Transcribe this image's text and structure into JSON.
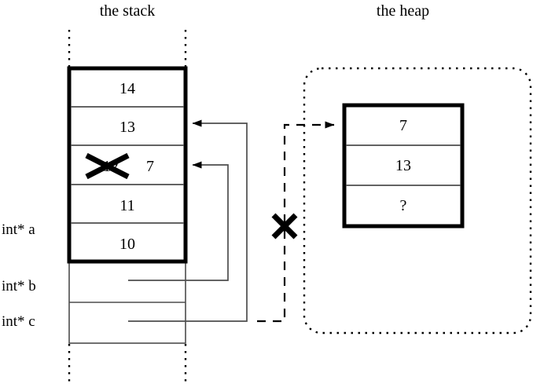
{
  "diagram": {
    "title_stack": "the stack",
    "title_heap": "the heap"
  },
  "stack": {
    "frame_cells": [
      {
        "value": "14"
      },
      {
        "value": "13"
      },
      {
        "value": "12",
        "struck": true,
        "replacement": "7"
      },
      {
        "value": "11"
      },
      {
        "value": "10"
      }
    ],
    "pointer_rows": [
      {
        "label": "int* a"
      },
      {
        "label": "int* b"
      },
      {
        "label": "int* c"
      }
    ]
  },
  "heap": {
    "cells": [
      {
        "value": "7"
      },
      {
        "value": "13"
      },
      {
        "value": "?"
      }
    ]
  },
  "annotations": {
    "strike_mark": "x-strike-icon",
    "broken_link_mark": "x-broken-pointer-icon"
  },
  "colors": {
    "ink": "#000000",
    "thin_line": "#4d4d4d",
    "background": "#ffffff"
  }
}
